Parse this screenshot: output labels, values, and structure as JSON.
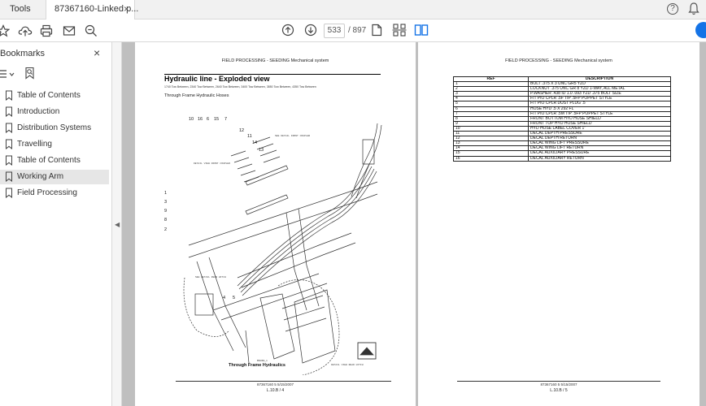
{
  "tabs": {
    "tools_label": "Tools",
    "document_label": "87367160-Linked p...",
    "close_glyph": "×"
  },
  "toolbar": {
    "current_page": "533",
    "total_pages": "/ 897"
  },
  "sidebar": {
    "title": "Bookmarks",
    "close_glyph": "×",
    "items": [
      {
        "label": "Table of Contents"
      },
      {
        "label": "Introduction"
      },
      {
        "label": "Distribution Systems"
      },
      {
        "label": "Travelling"
      },
      {
        "label": "Table of Contents"
      },
      {
        "label": "Working Arm"
      },
      {
        "label": "Field Processing"
      }
    ]
  },
  "left_page": {
    "header": "FIELD PROCESSING - SEEDING Mechanical system",
    "title": "Hydraulic line - Exploded view",
    "subtitle": "1740 Tow Between, 2340 Tow Between, 2640 Tow Between, 3400 Tow Between, 3850 Tow Between, 4350 Tow Between",
    "caption": "Through Frame Hydraulic Hoses",
    "callouts": [
      "10",
      "16",
      "6",
      "15",
      "7",
      "12",
      "11",
      "14",
      "13",
      "1",
      "3",
      "9",
      "8",
      "2",
      "4",
      "5"
    ],
    "detail_front": "SEE DETAIL  FRONT COUPLER",
    "detail_rear": "SEE DETAIL  REAR HITCH",
    "detail_view_front": "DETAIL VIEW FRONT COUPLER",
    "detail_view_rear": "DETAIL VIEW REAR HITCH",
    "figure_num": "BN08A_1",
    "figure_caption": "Through Frame Hydraulics",
    "footer_code": "87367160 5 5/15/2007",
    "footer_page": "L.10.B / 4"
  },
  "right_page": {
    "header": "FIELD PROCESSING - SEEDING Mechanical system",
    "table_headers": [
      "REF",
      "DESCRIPTION"
    ],
    "rows": [
      [
        "1",
        "BOLT .375 X 3 UNC GR5 YZD"
      ],
      [
        "2",
        "LOCKNUT .375 UNC GR 8 YZD 1-WAY, ALL METAL"
      ],
      [
        "3",
        "P.WASHER .438 ID 1.0 .093 YZD .375 BOLT SIZE"
      ],
      [
        "4",
        "F/T PIO CPLR .5F TIP .5FP POPPET STYLE"
      ],
      [
        "5",
        "F/T PIO CPLR DUST PLUG .5"
      ],
      [
        "6",
        "HOSE HYD .5 X 292 FL"
      ],
      [
        "7",
        "F/T PIO CPLR .5M TIP .5FP POPPET STYLE"
      ],
      [
        "8",
        "FRONT BOTTOM HYD HOSE SHIELD"
      ],
      [
        "9",
        "FRONT TOP HYD HOSE SHIELD"
      ],
      [
        "10",
        "HYD HOSE LABEL COVER 1\""
      ],
      [
        "11",
        "DECAL DEPTH PRESSURE"
      ],
      [
        "12",
        "DECAL DEPTH RETURN"
      ],
      [
        "13",
        "DECAL WING LIFT PRESSURE"
      ],
      [
        "14",
        "DECAL WING LIFT RETURN"
      ],
      [
        "15",
        "DECAL AUXILIARY PRESSURE"
      ],
      [
        "16",
        "DECAL AUXILIARY RETURN"
      ]
    ],
    "footer_code": "87367160 5 5/15/2007",
    "footer_page": "L.10.B / 5"
  }
}
